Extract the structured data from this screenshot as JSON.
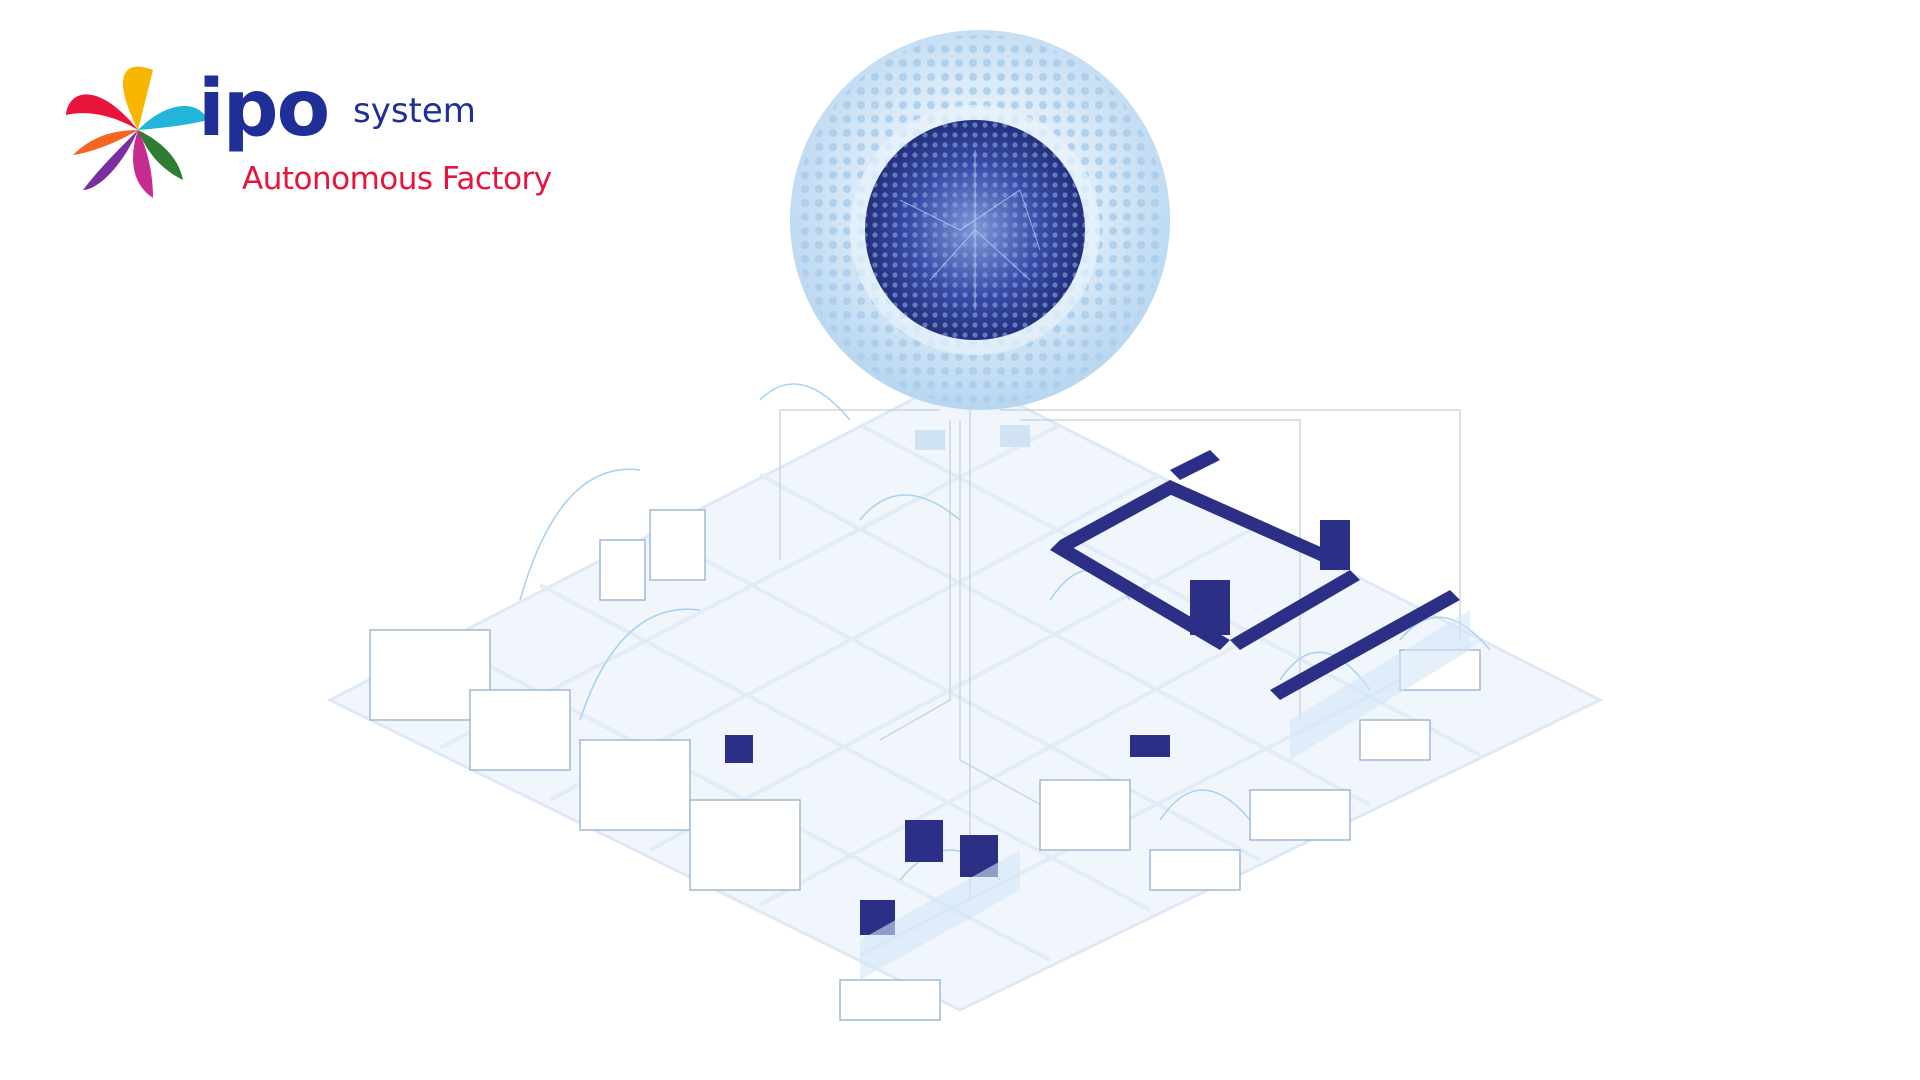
{
  "brand": {
    "name_main": "ipo",
    "name_suffix": "system",
    "tagline": "Autonomous Factory"
  },
  "colors": {
    "brand_blue": "#1f2f97",
    "tagline_red": "#e8143c",
    "tile": "#eef4fb",
    "sphere": "#cfe3f5",
    "navy": "#2b2f86"
  },
  "icons": [
    "butterfly-logo-icon",
    "ai-globe-icon"
  ]
}
